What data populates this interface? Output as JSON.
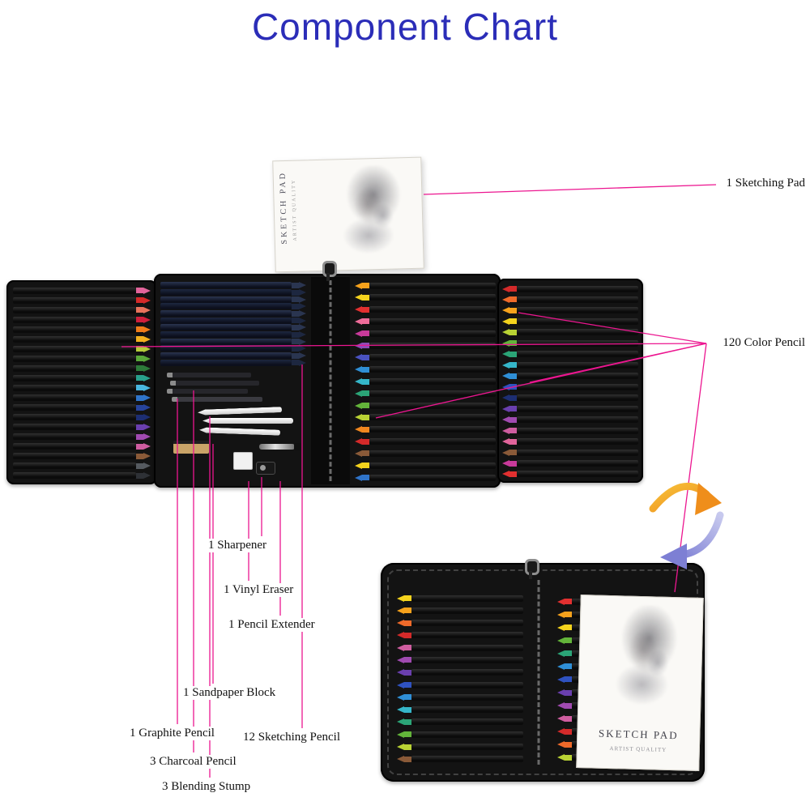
{
  "title": {
    "text": "Component Chart",
    "color": "#2b2db8"
  },
  "colors": {
    "callout": "#ec1690",
    "arrow_orange": "#ef8e1b",
    "arrow_blue": "#7d7fd4"
  },
  "callouts": {
    "sketching_pad": "1 Sketching Pad",
    "color_pencil": "120 Color Pencil",
    "sharpener": "1 Sharpener",
    "vinyl_eraser": "1 Vinyl Eraser",
    "pencil_extender": "1 Pencil Extender",
    "sandpaper_block": "1 Sandpaper Block",
    "graphite_pencil": "1 Graphite Pencil",
    "sketching_pencil": "12 Sketching Pencil",
    "charcoal_pencil": "3 Charcoal Pencil",
    "blending_stump": "3 Blending Stump"
  },
  "sketch_pad": {
    "title": "SKETCH PAD",
    "subtitle": "ARTIST QUALITY"
  },
  "pencils": {
    "left_flap": [
      "#e2649b",
      "#d42a2a",
      "#e8735c",
      "#cf1f3c",
      "#ef7c1a",
      "#f2b01e",
      "#b5cc3a",
      "#5aa839",
      "#2d7a3a",
      "#28a08c",
      "#49b6df",
      "#2f74c9",
      "#27449c",
      "#1d2e72",
      "#6a3fae",
      "#a04ab0",
      "#cf5da0",
      "#8a5a38",
      "#555a60",
      "#2e3136"
    ],
    "sketching": [
      "#2a3550",
      "#1d2740",
      "#2a3550",
      "#1d2740",
      "#2a3550",
      "#1d2740",
      "#2a3550",
      "#1d2740",
      "#2a3550",
      "#1d2740",
      "#2a3550",
      "#1d2740"
    ],
    "center_right": [
      "#f6a21c",
      "#f4d31d",
      "#e23030",
      "#ef6d9a",
      "#c93a9b",
      "#8e4bb8",
      "#4a52c0",
      "#2f8fd6",
      "#35b6c9",
      "#2ba577",
      "#63b43a",
      "#b9d234",
      "#f0871f",
      "#d42a2a",
      "#8a5a38",
      "#f4d31d",
      "#2f74c9"
    ],
    "right_flap": [
      "#d42a2a",
      "#ef6a2a",
      "#f6a21c",
      "#f4d31d",
      "#b9d234",
      "#63b43a",
      "#2ba577",
      "#35b6c9",
      "#2f8fd6",
      "#2f52c0",
      "#1d2e72",
      "#6a3fae",
      "#a04ab0",
      "#cf5da0",
      "#e2649b",
      "#8a5a38",
      "#c93a9b",
      "#e23030"
    ],
    "bottom_left": [
      "#f4d31d",
      "#f6a21c",
      "#ef6a2a",
      "#d42a2a",
      "#cf5da0",
      "#a04ab0",
      "#6a3fae",
      "#2f52c0",
      "#2f8fd6",
      "#35b6c9",
      "#2ba577",
      "#63b43a",
      "#b9d234",
      "#8a5a38"
    ],
    "bottom_right": [
      "#e23030",
      "#f6a21c",
      "#f4d31d",
      "#63b43a",
      "#2ba577",
      "#2f8fd6",
      "#2f52c0",
      "#6a3fae",
      "#a04ab0",
      "#cf5da0",
      "#d42a2a",
      "#ef6a2a",
      "#b9d234"
    ]
  }
}
